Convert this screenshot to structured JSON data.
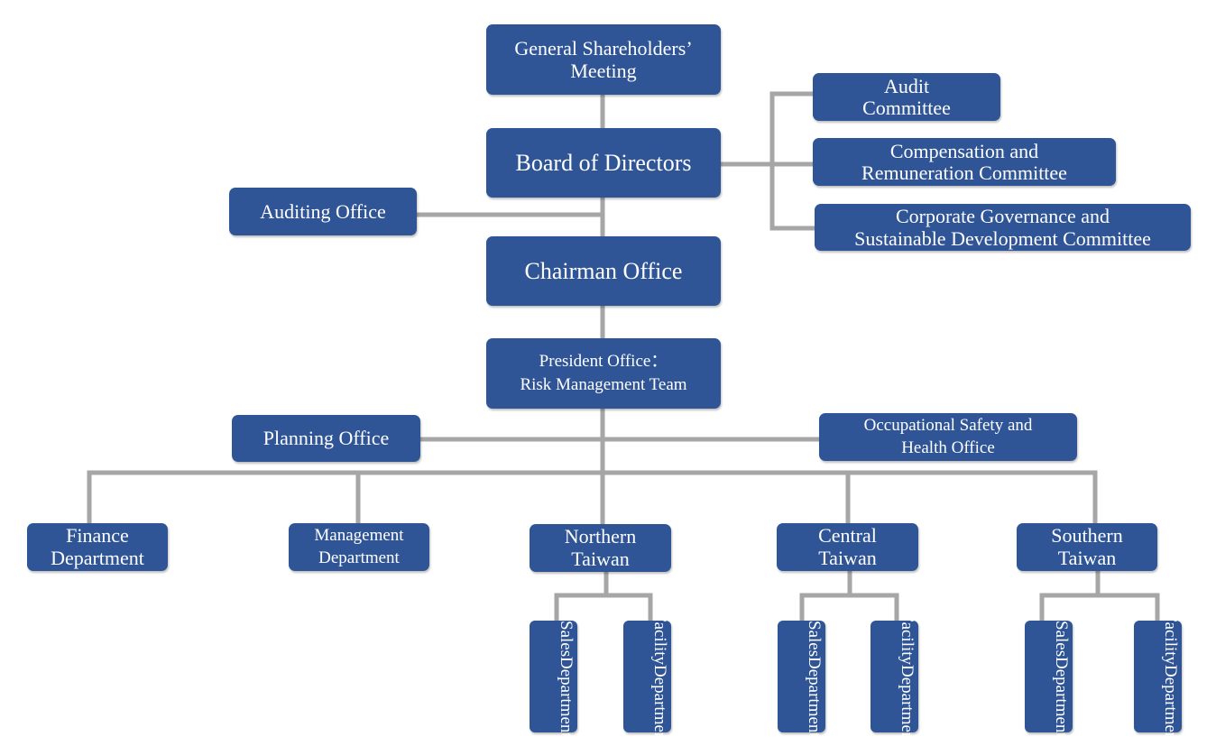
{
  "colors": {
    "box_fill": "#2f5597",
    "box_text": "#ffffff",
    "connector": "#a6a6a6"
  },
  "nodes": {
    "shareholders": {
      "line1": "General Shareholders’",
      "line2": "Meeting"
    },
    "board": {
      "label": "Board of Directors"
    },
    "audit_committee": {
      "line1": "Audit",
      "line2": "Committee"
    },
    "compensation_committee": {
      "line1": "Compensation and",
      "line2": "Remuneration Committee"
    },
    "governance_committee": {
      "line1": "Corporate Governance and",
      "line2": "Sustainable Development Committee"
    },
    "auditing_office": {
      "label": "Auditing Office"
    },
    "chairman_office": {
      "label": "Chairman Office"
    },
    "president_office": {
      "line1": "President Office：",
      "line2": "Risk Management Team"
    },
    "planning_office": {
      "label": "Planning Office"
    },
    "safety_office": {
      "line1": "Occupational Safety and",
      "line2": "Health Office"
    },
    "finance": {
      "line1": "Finance",
      "line2": "Department"
    },
    "management": {
      "line1": "Management",
      "line2": "Department"
    },
    "northern": {
      "line1": "Northern",
      "line2": "Taiwan"
    },
    "central": {
      "line1": "Central",
      "line2": "Taiwan"
    },
    "southern": {
      "line1": "Southern",
      "line2": "Taiwan"
    },
    "northern_sales": {
      "line1": "Sales",
      "line2": "Department"
    },
    "northern_facility": {
      "line1": "Facility",
      "line2": "Department"
    },
    "central_sales": {
      "line1": "Sales",
      "line2": "Department"
    },
    "central_facility": {
      "line1": "Facility",
      "line2": "Department"
    },
    "southern_sales": {
      "line1": "Sales",
      "line2": "Department"
    },
    "southern_facility": {
      "line1": "Facility",
      "line2": "Department"
    }
  }
}
